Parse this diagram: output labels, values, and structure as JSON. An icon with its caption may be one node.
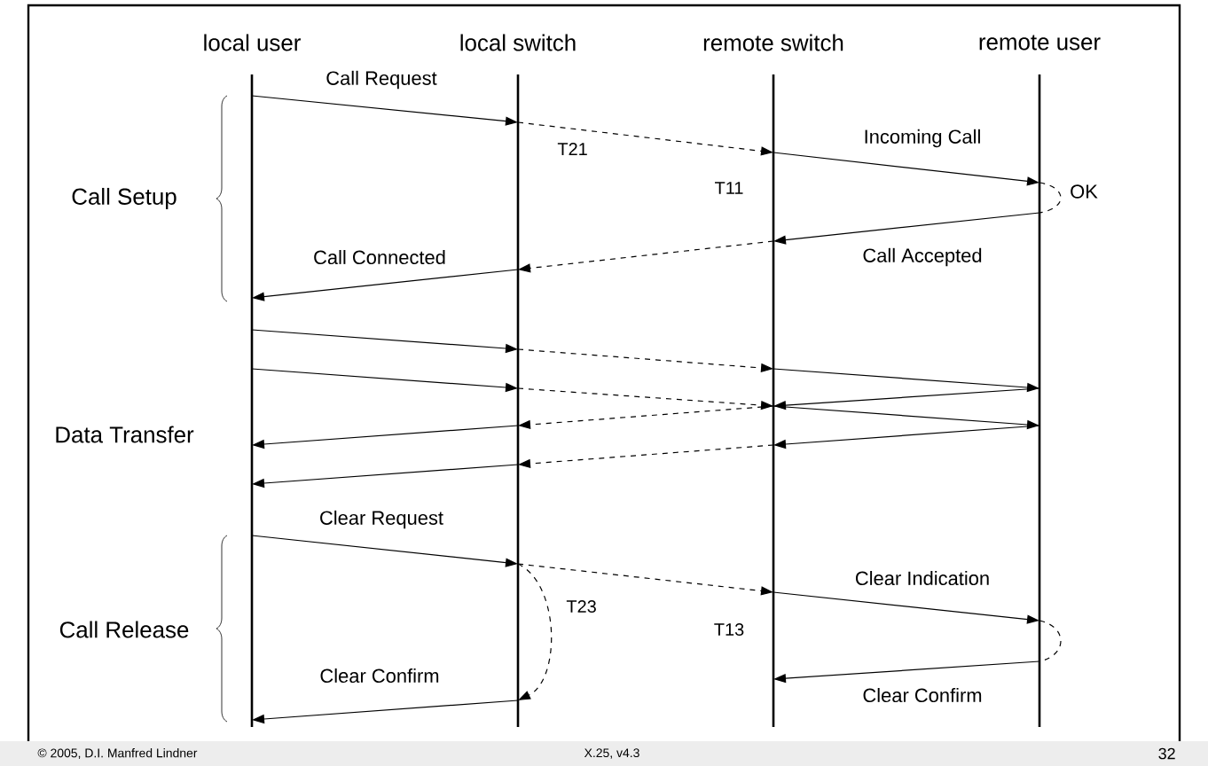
{
  "diagram": {
    "nodes": [
      {
        "text": [
          "local user"
        ]
      },
      {
        "text": [
          "local switch"
        ]
      },
      {
        "text": [
          "remote switch"
        ]
      },
      {
        "text": [
          "remote user"
        ]
      }
    ],
    "edges": [
      {
        "from": 0,
        "to": 1,
        "arrow": "to",
        "label": "Call Request"
      },
      {
        "from": 1,
        "to": 2,
        "arrow": "to",
        "style": "dashed"
      },
      {
        "from": 2,
        "to": 3,
        "arrow": "to",
        "label": "Incoming Call"
      },
      {
        "from": 3,
        "to": 3,
        "arrow": "none",
        "style": "dashed",
        "label": "OK"
      },
      {
        "from": 3,
        "to": 2,
        "arrow": "to",
        "label": "Call Accepted"
      },
      {
        "from": 2,
        "to": 1,
        "arrow": "to",
        "style": "dashed"
      },
      {
        "from": 1,
        "to": 0,
        "arrow": "to",
        "label": "Call Connected"
      },
      {
        "from": 0,
        "to": 1,
        "arrow": "to"
      },
      {
        "from": 1,
        "to": 2,
        "arrow": "to",
        "style": "dashed"
      },
      {
        "from": 2,
        "to": 3,
        "arrow": "to"
      },
      {
        "from": 0,
        "to": 1,
        "arrow": "to"
      },
      {
        "from": 1,
        "to": 2,
        "arrow": "to",
        "style": "dashed"
      },
      {
        "from": 3,
        "to": 2,
        "arrow": "to"
      },
      {
        "from": 2,
        "to": 3,
        "arrow": "to"
      },
      {
        "from": 2,
        "to": 1,
        "arrow": "to",
        "style": "dashed"
      },
      {
        "from": 1,
        "to": 0,
        "arrow": "to"
      },
      {
        "from": 3,
        "to": 2,
        "arrow": "to"
      },
      {
        "from": 2,
        "to": 1,
        "arrow": "to",
        "style": "dashed"
      },
      {
        "from": 1,
        "to": 0,
        "arrow": "to"
      },
      {
        "from": 0,
        "to": 1,
        "arrow": "to",
        "label": "Clear Request"
      },
      {
        "from": 1,
        "to": 2,
        "arrow": "to",
        "style": "dashed"
      },
      {
        "from": 2,
        "to": 3,
        "arrow": "to",
        "label": "Clear Indication"
      },
      {
        "from": 3,
        "to": 3,
        "arrow": "none",
        "style": "dashed"
      },
      {
        "from": 3,
        "to": 2,
        "arrow": "to",
        "label": "Clear Confirm"
      },
      {
        "from": 1,
        "to": 1,
        "arrow": "to",
        "style": "dashed"
      },
      {
        "from": 1,
        "to": 0,
        "arrow": "to",
        "label": "Clear Confirm"
      }
    ],
    "labels": [
      "T21",
      "T11",
      "Call Setup",
      "Data Transfer",
      "T23",
      "Call Release",
      "T13",
      "© 2005, D.I. Manfred Lindner",
      "X.25,  v4.3",
      "32"
    ]
  }
}
